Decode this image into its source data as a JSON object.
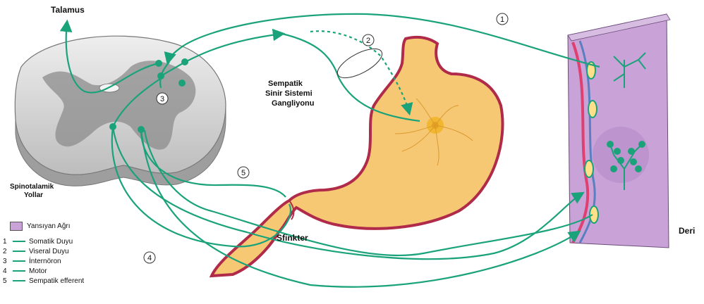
{
  "labels": {
    "talamus": "Talamus",
    "spinotalamik": [
      "Spinotalamik",
      "Yollar"
    ],
    "ganglion": [
      "Sempatik",
      "Sinir Sistemi",
      "Gangliyonu"
    ],
    "sfinkter": "Sfinkter",
    "deri": "Deri"
  },
  "markers": [
    "1",
    "2",
    "3",
    "4",
    "5"
  ],
  "legend": {
    "referred_pain": "Yansıyan Ağrı",
    "items": [
      {
        "num": "1",
        "label": "Somatik Duyu"
      },
      {
        "num": "2",
        "label": "Viseral Duyu"
      },
      {
        "num": "3",
        "label": "İnternöron"
      },
      {
        "num": "4",
        "label": "Motor"
      },
      {
        "num": "5",
        "label": "Sempatik efferent"
      }
    ]
  },
  "colors": {
    "nerve": "#1aa37a",
    "stomach": "#f7c873",
    "stomach_wall": "#b02a4a",
    "skin": "#c9a2d8",
    "spinal_cord": "#d9d9d9"
  }
}
